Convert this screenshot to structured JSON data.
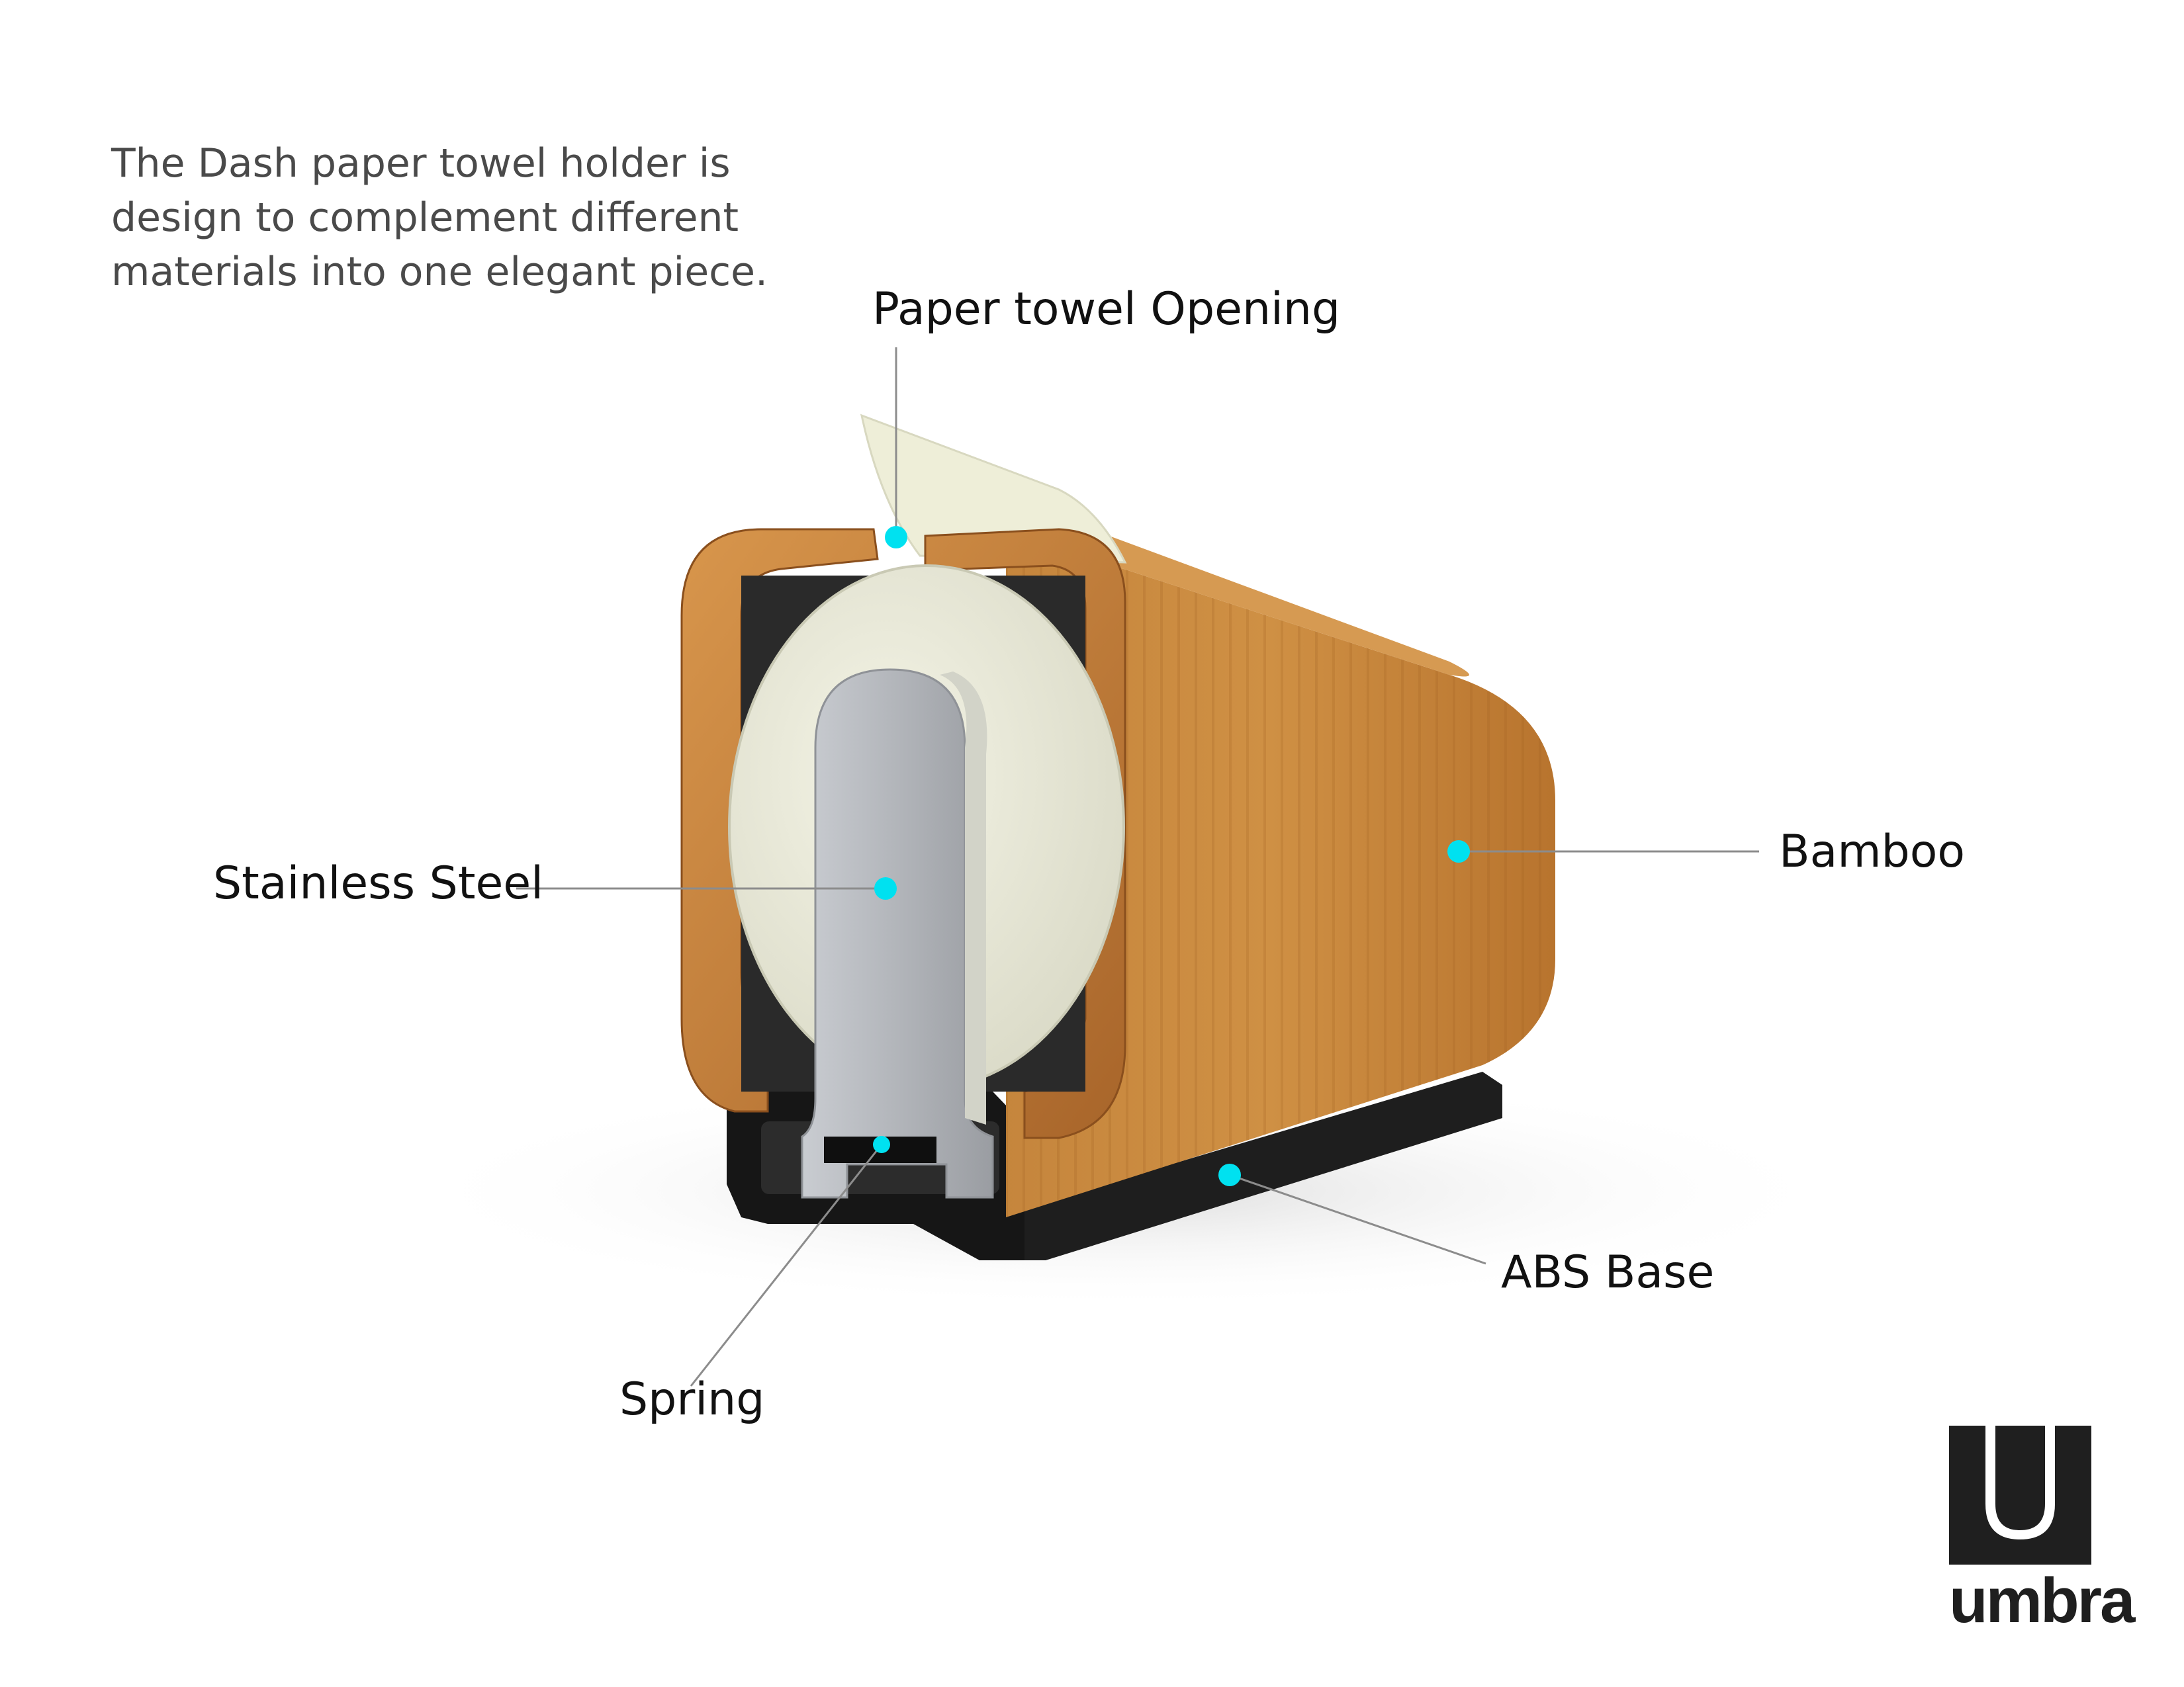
{
  "intro": {
    "lines": [
      "The Dash paper towel holder is",
      "design to complement different",
      "materials into one elegant piece."
    ]
  },
  "callouts": {
    "opening": "Paper towel Opening",
    "stainless": "Stainless Steel",
    "bamboo": "Bamboo",
    "abs_base": "ABS Base",
    "spring": "Spring"
  },
  "brand": {
    "wordmark": "umbra",
    "registered": "®"
  },
  "colors": {
    "marker": "#00e1f0",
    "bamboo": "#c98a3e",
    "steel": "#b4b7bc",
    "paper": "#eeeedd",
    "base": "#1b1b1b",
    "leader": "#8c8c8c"
  }
}
